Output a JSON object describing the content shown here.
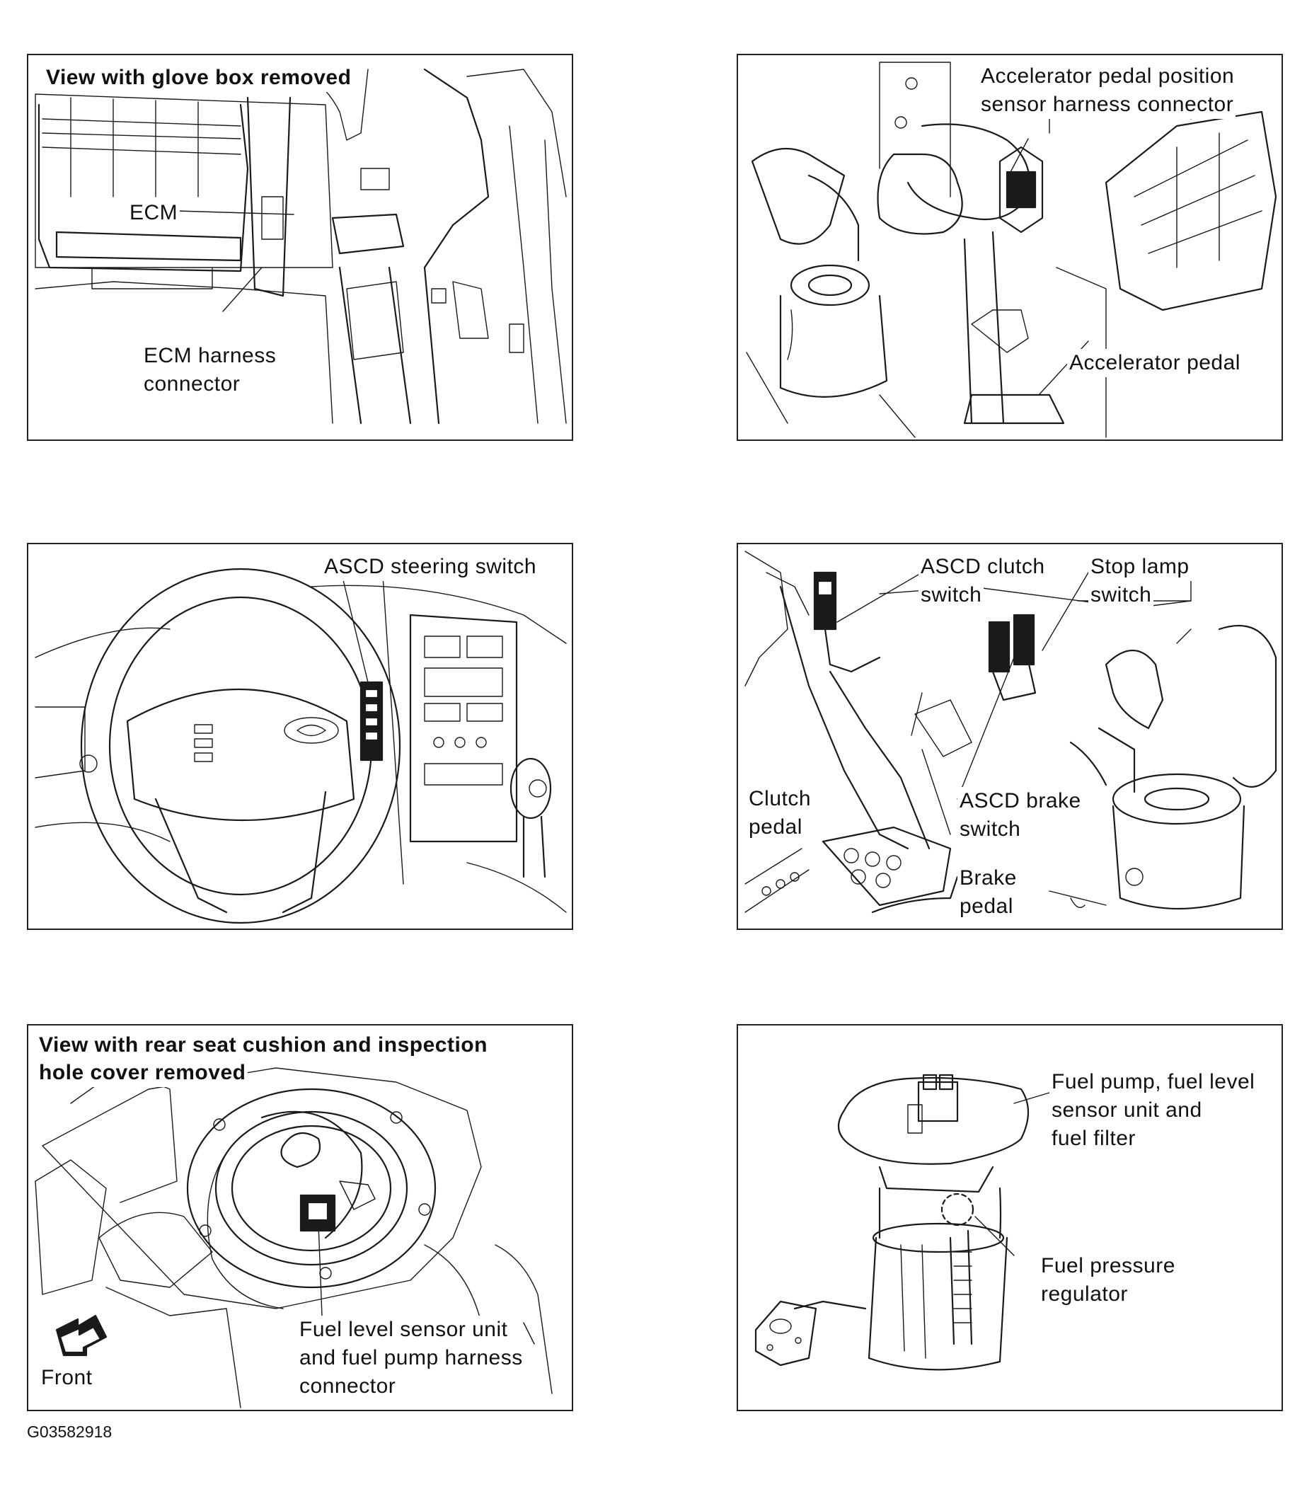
{
  "panels": {
    "ecm": {
      "title": "View with glove box removed",
      "ecm_label": "ECM",
      "harness_label_1": "ECM harness",
      "harness_label_2": "connector"
    },
    "accelerator": {
      "sensor_label_1": "Accelerator pedal position",
      "sensor_label_2": "sensor harness connector",
      "pedal_label": "Accelerator pedal"
    },
    "steering": {
      "switch_label": "ASCD steering switch"
    },
    "pedals": {
      "clutch_switch_1": "ASCD clutch",
      "clutch_switch_2": "switch",
      "stop_lamp_1": "Stop lamp",
      "stop_lamp_2": "switch",
      "clutch_pedal_1": "Clutch",
      "clutch_pedal_2": "pedal",
      "brake_switch_1": "ASCD brake",
      "brake_switch_2": "switch",
      "brake_pedal_1": "Brake",
      "brake_pedal_2": "pedal"
    },
    "fuel_access": {
      "title_1": "View with rear seat cushion and inspection",
      "title_2": "hole cover removed",
      "connector_1": "Fuel level sensor unit",
      "connector_2": "and fuel pump harness",
      "connector_3": "connector",
      "front_label": "Front"
    },
    "fuel_pump": {
      "unit_1": "Fuel pump, fuel level",
      "unit_2": "sensor unit and",
      "unit_3": "fuel filter",
      "regulator_1": "Fuel pressure",
      "regulator_2": "regulator"
    }
  },
  "figure_id": "G03582918"
}
